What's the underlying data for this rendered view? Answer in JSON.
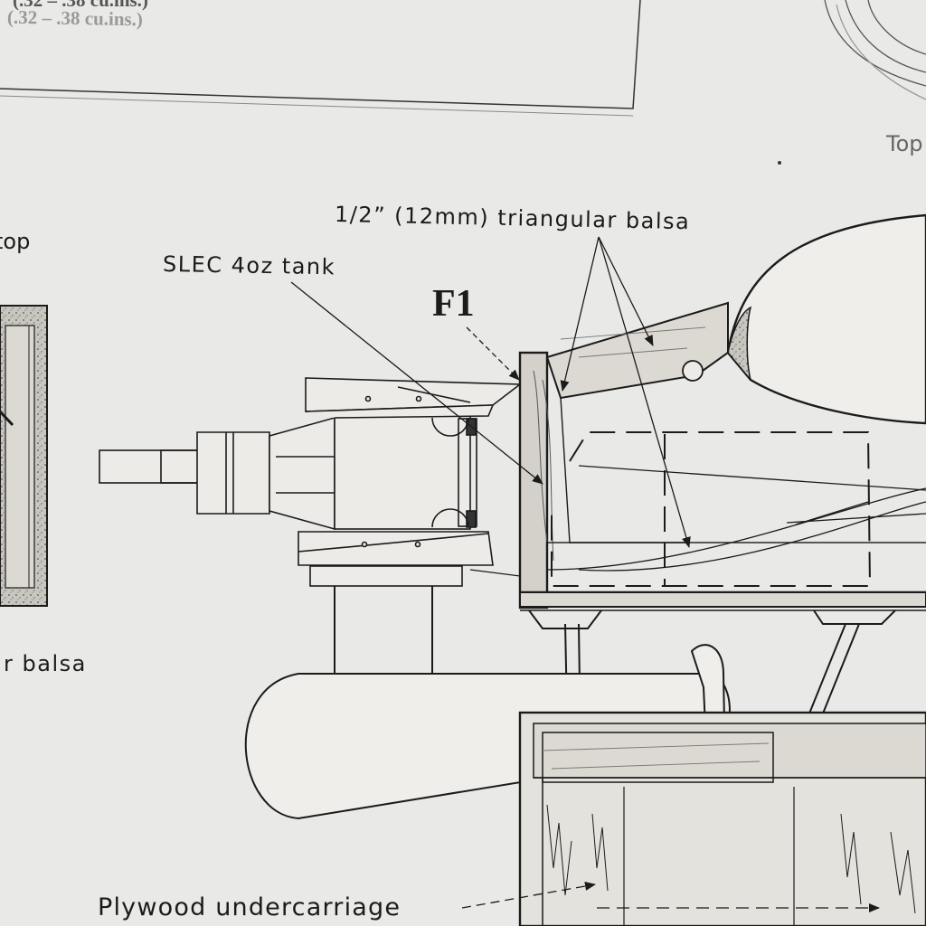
{
  "labels": {
    "top_note": "(.32 – .38 cu.ins.)",
    "top_note_ghost": "(.32 – .38 cu.ins.)",
    "top_right": "Top",
    "left_top": "top",
    "triangular_balsa": "1/2” (12mm) triangular balsa",
    "tank": "SLEC 4oz tank",
    "former": "F1",
    "left_balsa": "r balsa",
    "undercarriage": "Plywood undercarriage"
  },
  "colors": {
    "paper": "#e9e9e8",
    "ink": "#1b1b1b",
    "wood": "#d9d6cf",
    "foam": "#bdbab3"
  }
}
